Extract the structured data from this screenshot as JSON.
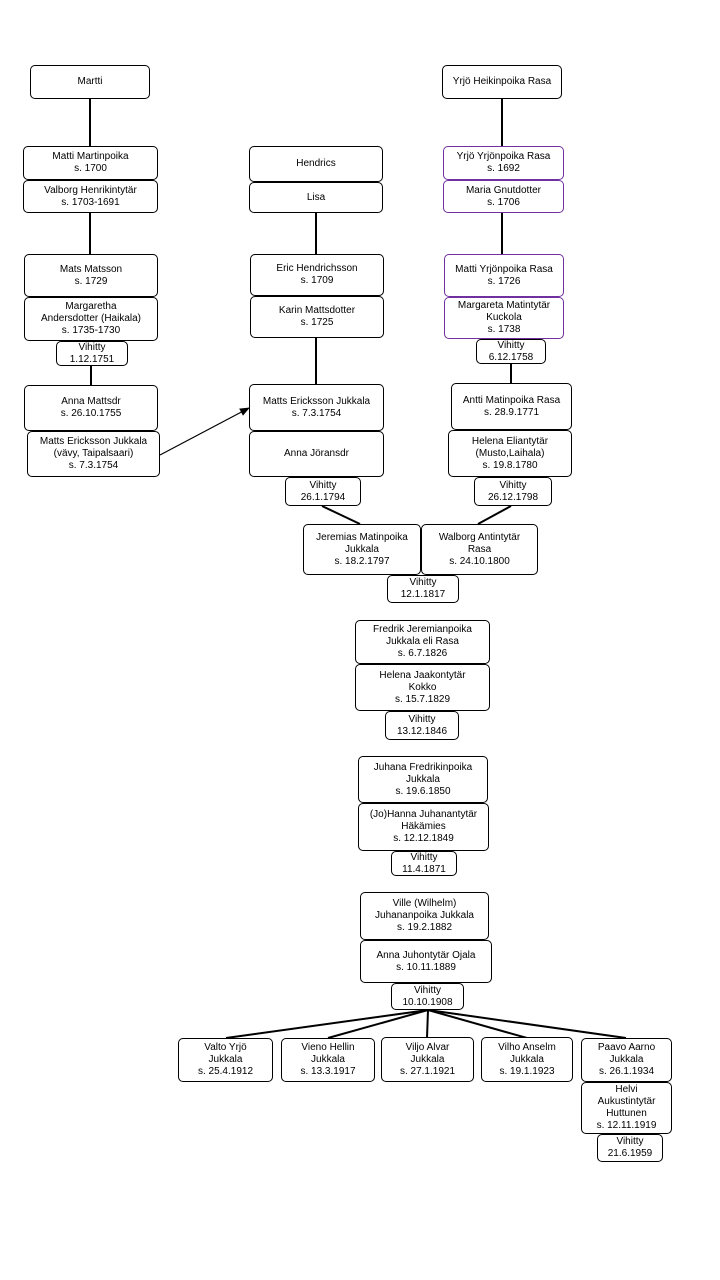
{
  "persons": {
    "martti": [
      "Martti"
    ],
    "yrjo_heikinpoika": [
      "Yrjö Heikinpoika Rasa"
    ],
    "matti_martinpoika": [
      "Matti Martinpoika",
      "s. 1700"
    ],
    "valborg": [
      "Valborg Henrikintytär",
      "s. 1703-1691"
    ],
    "hendrics": [
      "Hendrics"
    ],
    "lisa": [
      "Lisa"
    ],
    "yrjo_yrjonpoika": [
      "Yrjö Yrjönpoika Rasa",
      "s. 1692"
    ],
    "maria_gnutdotter": [
      "Maria Gnutdotter",
      "s. 1706"
    ],
    "mats_matsson": [
      "Mats Matsson",
      "s. 1729"
    ],
    "margaretha_andersdotter": [
      "Margaretha",
      "Andersdotter (Haikala)",
      "s. 1735-1730"
    ],
    "eric_hendrichsson": [
      "Eric Hendrichsson",
      "s. 1709"
    ],
    "karin_mattsdotter": [
      "Karin Mattsdotter",
      "s. 1725"
    ],
    "matti_yrjonpoika": [
      "Matti Yrjönpoika Rasa",
      "s. 1726"
    ],
    "margareta_matintytar": [
      "Margareta Matintytär",
      "Kuckola",
      "s. 1738"
    ],
    "anna_mattsdr": [
      "Anna Mattsdr",
      "s. 26.10.1755"
    ],
    "matts_erick_left": [
      "Matts Ericksson Jukkala",
      "(vävy, Taipalsaari)",
      "s. 7.3.1754"
    ],
    "matts_erick_mid": [
      "Matts Ericksson Jukkala",
      "s. 7.3.1754"
    ],
    "anna_joransdr": [
      "Anna Jöransdr"
    ],
    "antti_matinpoika": [
      "Antti Matinpoika Rasa",
      "s.  28.9.1771"
    ],
    "helena_eliantytar": [
      "Helena Eliantytär",
      "(Musto,Laihala)",
      "s. 19.8.1780"
    ],
    "jeremias": [
      "Jeremias Matinpoika",
      "Jukkala",
      "s. 18.2.1797"
    ],
    "walborg_antintytar": [
      "Walborg Antintytär",
      "Rasa",
      "s. 24.10.1800"
    ],
    "fredrik": [
      "Fredrik Jeremianpoika",
      "Jukkala eli Rasa",
      "s. 6.7.1826"
    ],
    "helena_jaakontytar": [
      "Helena Jaakontytär",
      "Kokko",
      "s. 15.7.1829"
    ],
    "juhana": [
      "Juhana Fredrikinpoika",
      "Jukkala",
      "s. 19.6.1850"
    ],
    "johanna": [
      "(Jo)Hanna Juhanantytär",
      "Häkämies",
      "s. 12.12.1849"
    ],
    "ville": [
      "Ville (Wilhelm)",
      "Juhananpoika Jukkala",
      "s. 19.2.1882"
    ],
    "anna_juhontytar": [
      "Anna Juhontytär  Ojala",
      "s. 10.11.1889"
    ],
    "valto": [
      "Valto Yrjö",
      "Jukkala",
      "s. 25.4.1912"
    ],
    "vieno": [
      "Vieno Hellin",
      "Jukkala",
      "s. 13.3.1917"
    ],
    "viljo": [
      "Viljo Alvar",
      "Jukkala",
      "s. 27.1.1921"
    ],
    "vilho": [
      "Vilho Anselm",
      "Jukkala",
      "s. 19.1.1923"
    ],
    "paavo": [
      "Paavo Aarno",
      "Jukkala",
      "s. 26.1.1934"
    ],
    "helvi": [
      "Helvi",
      "Aukustintytär",
      "Huttunen",
      "s. 12.11.1919"
    ]
  },
  "marriages": {
    "m_1751": [
      "Vihitty",
      "1.12.1751"
    ],
    "m_1758": [
      "Vihitty",
      "6.12.1758"
    ],
    "m_1794": [
      "Vihitty",
      "26.1.1794"
    ],
    "m_1798": [
      "Vihitty",
      "26.12.1798"
    ],
    "m_1817": [
      "Vihitty",
      "12.1.1817"
    ],
    "m_1846": [
      "Vihitty",
      "13.12.1846"
    ],
    "m_1871": [
      "Vihitty",
      "11.4.1871"
    ],
    "m_1908": [
      "Vihitty",
      "10.10.1908"
    ],
    "m_1959": [
      "Vihitty",
      "21.6.1959"
    ]
  },
  "colors": {
    "line": "#000000",
    "rasa_border": "#7030a0"
  }
}
